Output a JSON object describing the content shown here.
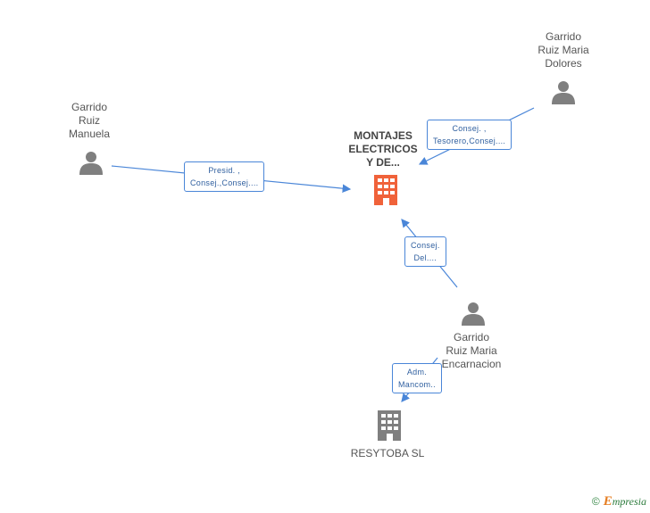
{
  "nodes": {
    "main_company": {
      "lines": [
        "MONTAJES",
        "ELECTRICOS",
        "Y DE..."
      ],
      "icon": "building-icon",
      "color": "#f0623a"
    },
    "person_manuela": {
      "lines": [
        "Garrido",
        "Ruiz",
        "Manuela"
      ],
      "icon": "person-icon"
    },
    "person_dolores": {
      "lines": [
        "Garrido",
        "Ruiz Maria",
        "Dolores"
      ],
      "icon": "person-icon"
    },
    "person_encarnacion": {
      "lines": [
        "Garrido",
        "Ruiz Maria",
        "Encarnacion"
      ],
      "icon": "person-icon"
    },
    "resytoba": {
      "lines": [
        "RESYTOBA SL"
      ],
      "icon": "building-icon",
      "color": "#7f7f7f"
    }
  },
  "edges": {
    "manuela_to_main": [
      "Presid. ,",
      "Consej.,Consej...."
    ],
    "dolores_to_main": [
      "Consej. ,",
      "Tesorero,Consej...."
    ],
    "encarnacion_to_main": [
      "Consej.",
      "Del...."
    ],
    "encarnacion_to_resytoba": [
      "Adm.",
      "Mancom.."
    ]
  },
  "colors": {
    "edge": "#4a86d8",
    "person_icon": "#7f7f7f"
  },
  "brand": {
    "copyright": "©",
    "initial": "E",
    "name": "mpresia"
  }
}
